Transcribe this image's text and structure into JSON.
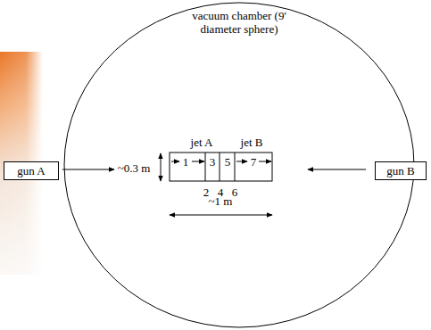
{
  "diagram": {
    "nodes": [
      {
        "text": [
          "vacuum chamber (9' diameter sphere)"
        ]
      },
      {
        "text": [
          "gun A"
        ]
      },
      {
        "text": [
          "gun B"
        ]
      }
    ],
    "labels": [
      "jet A",
      "jet B",
      "1",
      "2",
      "3",
      "4",
      "5",
      "6",
      "7",
      "~0.3 m",
      "~1 m"
    ]
  }
}
